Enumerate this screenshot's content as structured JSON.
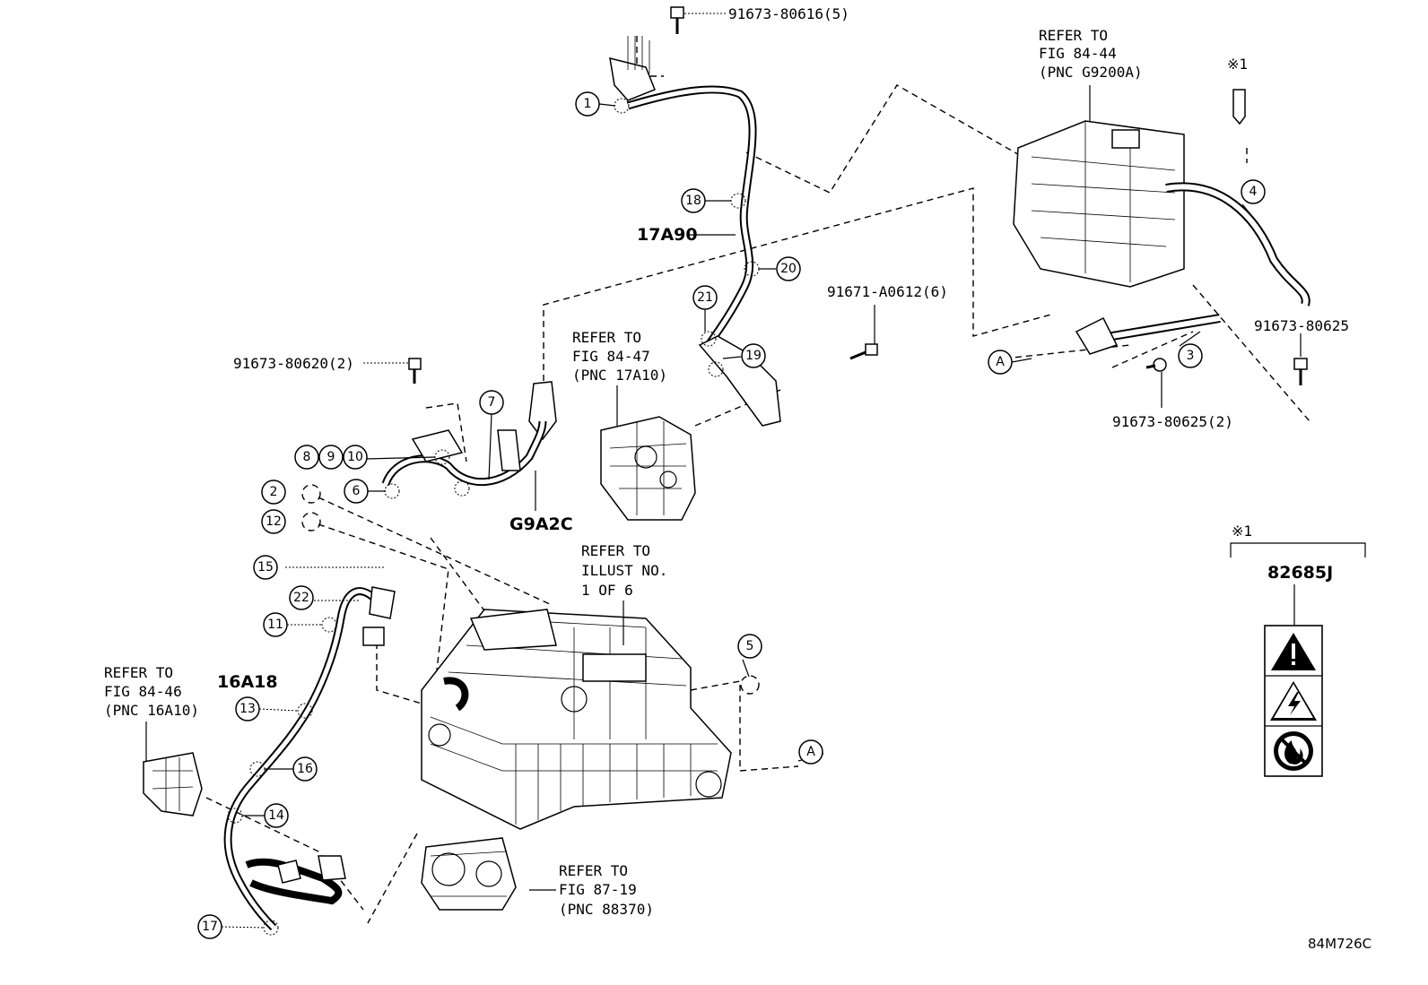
{
  "part_numbers": {
    "pn_80616": "91673-80616(5)",
    "pn_a0612": "91671-A0612(6)",
    "pn_80620": "91673-80620(2)",
    "pn_80625": "91673-80625",
    "pn_80625_2": "91673-80625(2)"
  },
  "pnc_labels": {
    "w1": "17A90",
    "w2": "G9A2C",
    "w3": "16A18"
  },
  "refs": {
    "r_g9200a": [
      "REFER TO",
      "FIG 84-44",
      "(PNC G9200A)"
    ],
    "r_17a10": [
      "REFER TO",
      "FIG 84-47",
      "(PNC 17A10)"
    ],
    "r_illust": [
      "REFER TO",
      "ILLUST NO.",
      "1 OF 6"
    ],
    "r_16a10": [
      "REFER TO",
      "FIG 84-46",
      "(PNC 16A10)"
    ],
    "r_88370": [
      "REFER TO",
      "FIG 87-19",
      "(PNC 88370)"
    ]
  },
  "callouts": [
    "1",
    "2",
    "3",
    "4",
    "5",
    "6",
    "7",
    "8",
    "9",
    "10",
    "11",
    "12",
    "13",
    "14",
    "15",
    "16",
    "17",
    "18",
    "19",
    "20",
    "21",
    "22",
    "A"
  ],
  "note_mark": "※1",
  "label_box": {
    "part_no": "82685J",
    "note_mark": "※1"
  },
  "figure_id": "84M726C",
  "icons": [
    "warning-triangle-icon",
    "high-voltage-icon",
    "no-fire-icon"
  ]
}
